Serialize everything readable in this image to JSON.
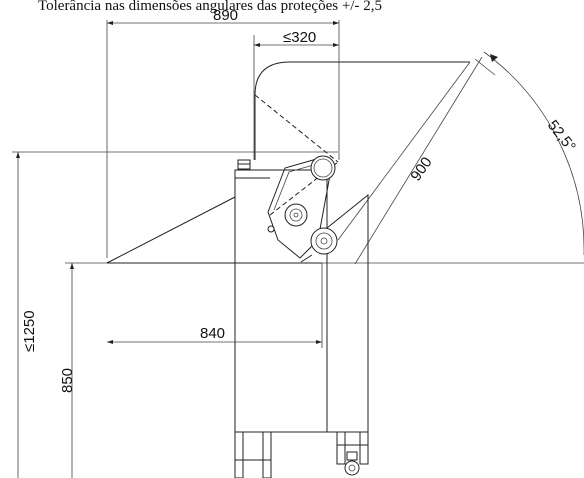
{
  "title": "Tolerância nas dimensões angulares das proteções +/- 2,5",
  "dimensions": {
    "total_width": "890",
    "guard_opening": "≤320",
    "arm_length": "900",
    "angle": "52,5°",
    "max_height": "≤1250",
    "table_height": "850",
    "table_width": "840"
  },
  "colors": {
    "line": "#222222",
    "background": "#ffffff"
  }
}
